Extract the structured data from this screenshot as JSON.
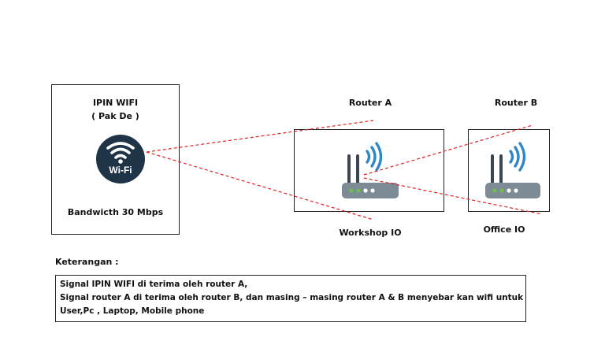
{
  "source": {
    "title_line1": "IPIN WIFI",
    "title_line2": "( Pak De )",
    "icon_text": "Wi-Fi",
    "bandwidth": "Bandwicth 30 Mbps"
  },
  "router_a": {
    "title": "Router A",
    "location": "Workshop IO"
  },
  "router_b": {
    "title": "Router B",
    "location": "Office  IO"
  },
  "notes": {
    "heading": "Keterangan :",
    "lines": [
      "Signal IPIN WIFI di terima oleh router A,",
      "Signal router A di terima oleh router B, dan masing – masing router A & B menyebar kan wifi untuk",
      "User,Pc , Laptop, Mobile phone"
    ]
  },
  "colors": {
    "signal_line": "#e02020",
    "wifi_badge": "#1f3547",
    "router_body": "#7d8b96",
    "router_antenna": "#3c4650",
    "signal_waves": "#2f86c8",
    "led_green": "#6cc04a",
    "led_white": "#ffffff"
  }
}
